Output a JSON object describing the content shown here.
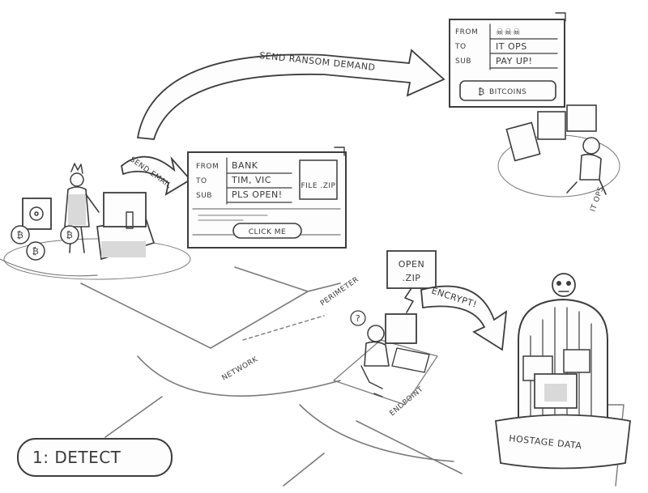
{
  "arrows": {
    "send_ransom": "SEND RANSOM DEMAND",
    "send_email": "SEND EMAIL",
    "encrypt": "ENCRYPT!"
  },
  "phishing_email": {
    "from_label": "FROM",
    "from_value": "BANK",
    "to_label": "TO",
    "to_value": "TIM, VIC",
    "sub_label": "SUB",
    "sub_value": "PLS OPEN!",
    "attachment": "FILE .ZIP",
    "button": "CLICK ME"
  },
  "ransom_email": {
    "from_label": "FROM",
    "from_value": "☠☠☠",
    "to_label": "TO",
    "to_value": "IT OPS",
    "sub_label": "SUB",
    "sub_value": "PAY UP!",
    "bitcoin_symbol": "₿",
    "bitcoin_label": "BITCOINS"
  },
  "it_ops_label": "IT OPS",
  "open_zip": {
    "line1": "OPEN",
    "line2": ".ZIP"
  },
  "question_mark": "?",
  "zones": {
    "perimeter": "PERIMETER",
    "network": "NETWORK",
    "endpoint": "ENDPOINT"
  },
  "hostage_label": "HOSTAGE DATA",
  "stage_label": "1: DETECT",
  "coin_symbol": "₿"
}
